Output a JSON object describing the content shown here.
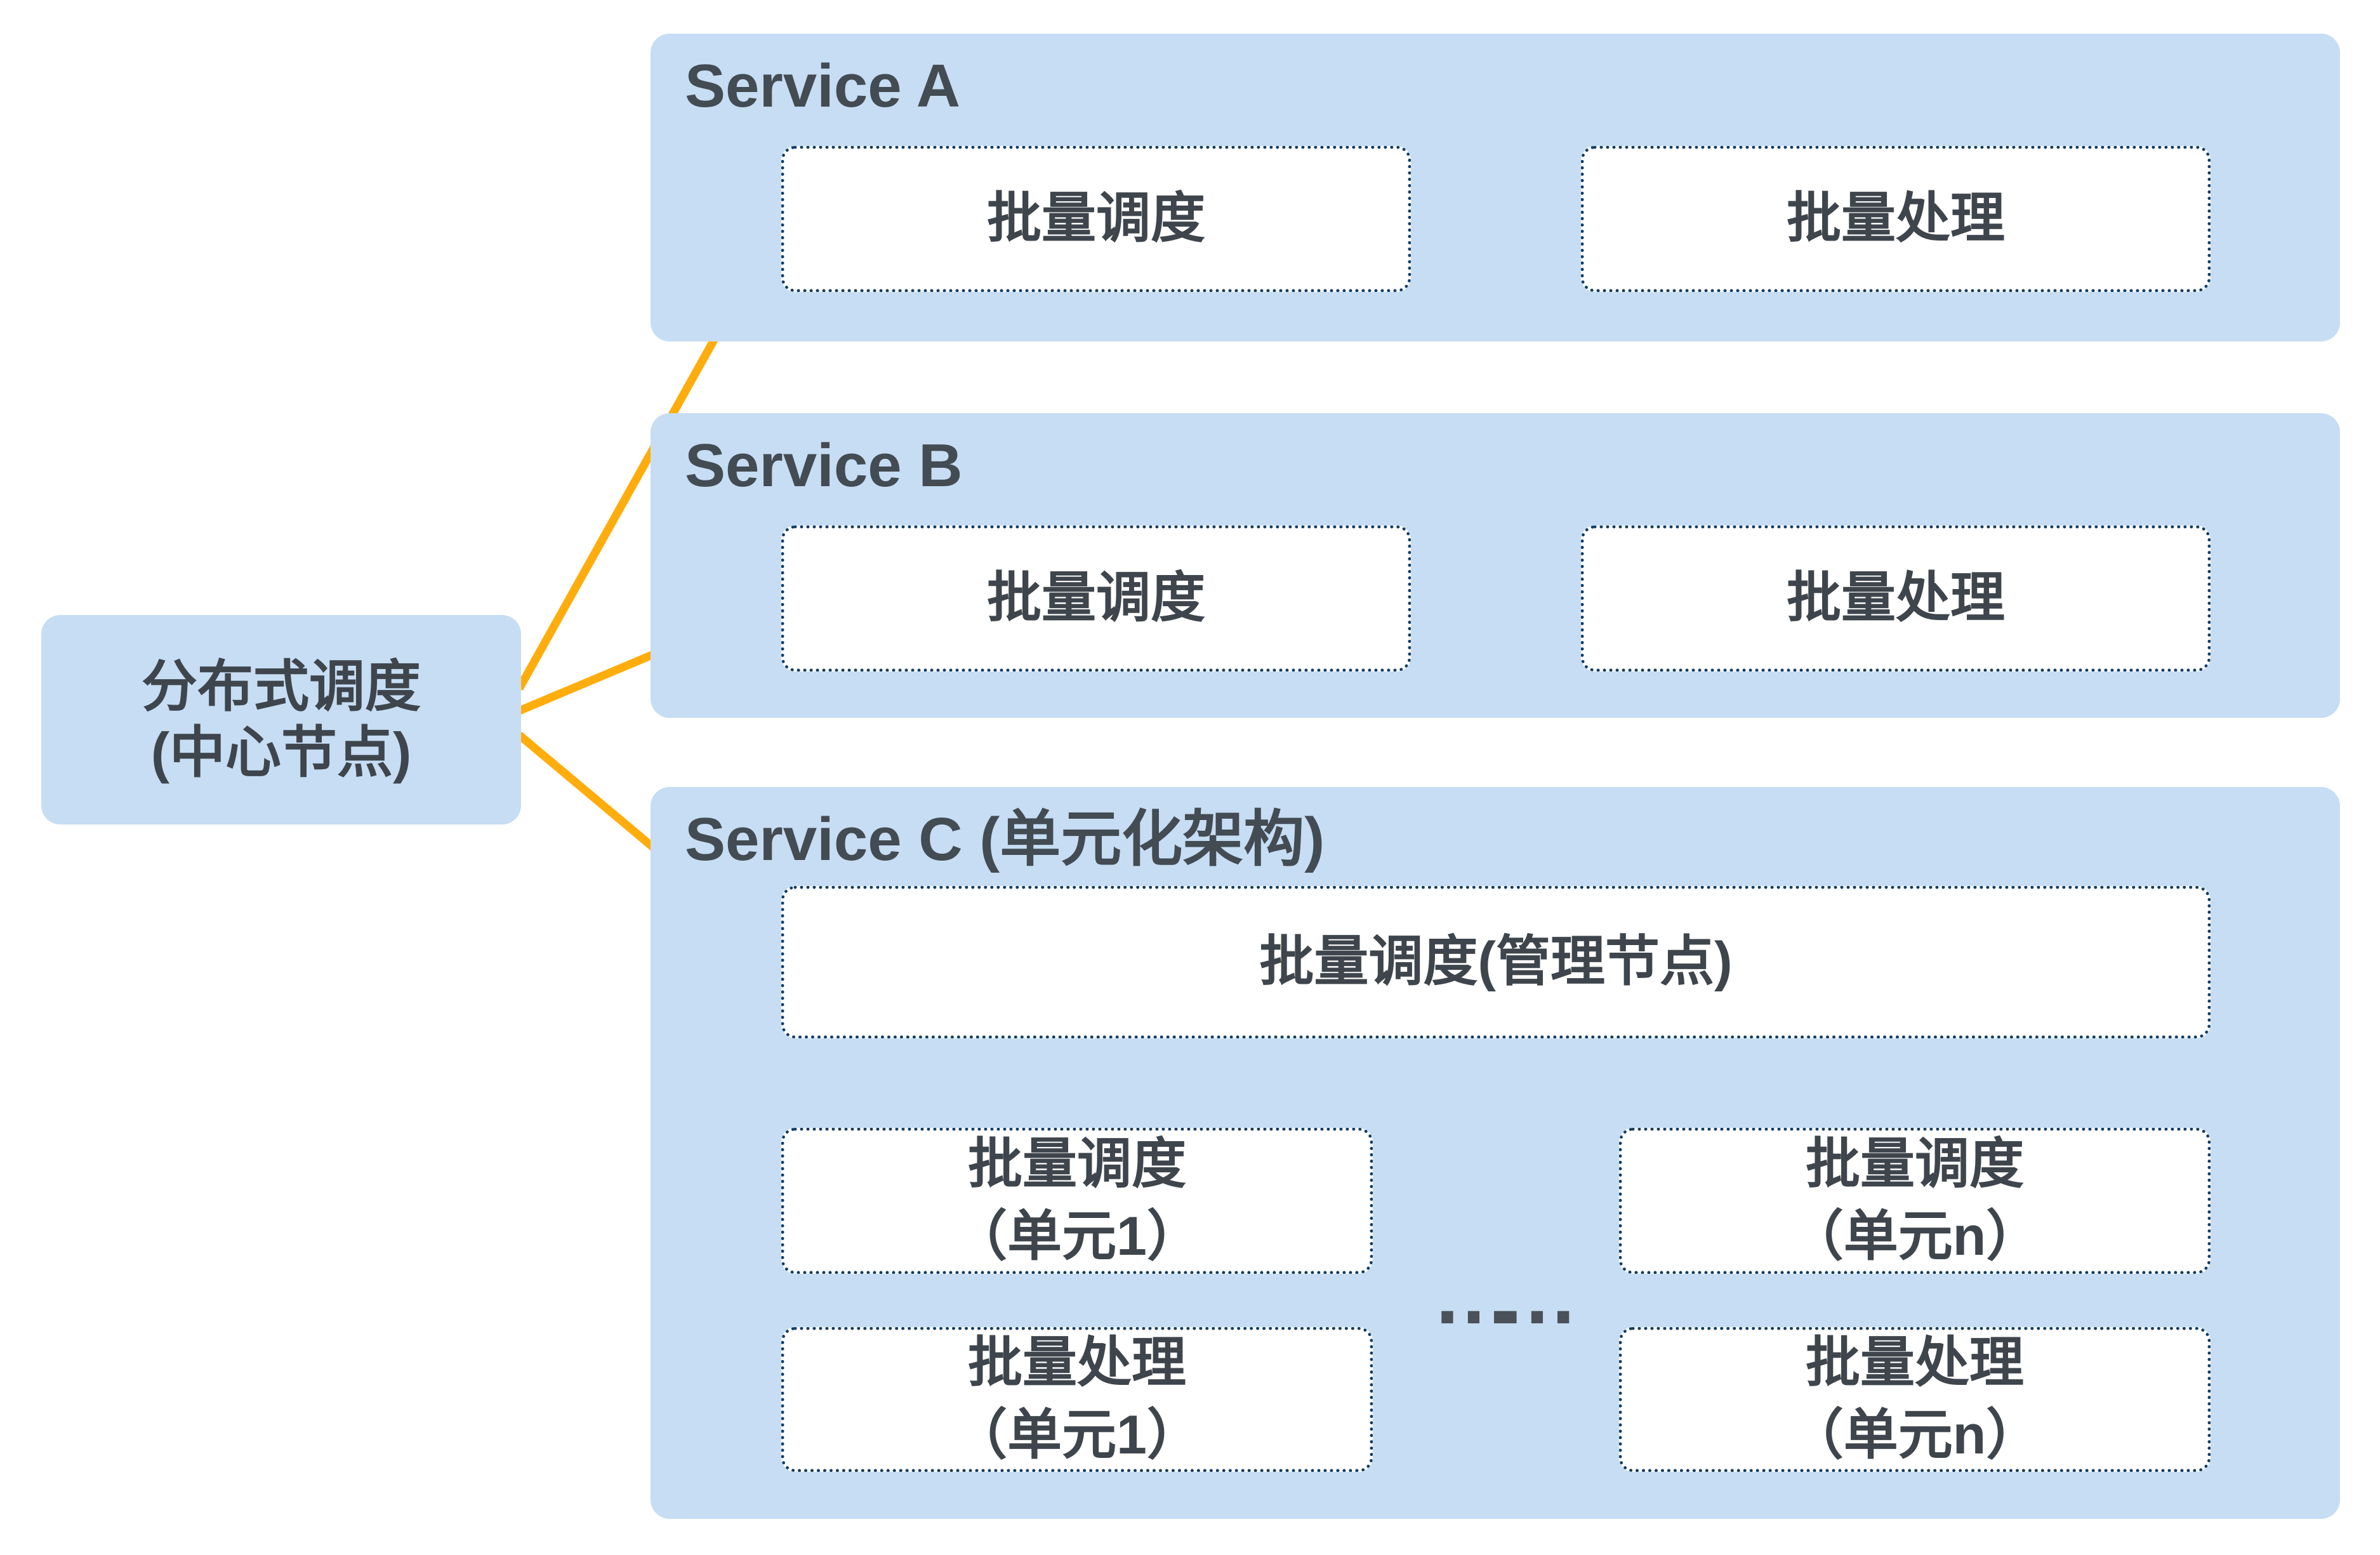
{
  "colors": {
    "canvas_bg": "#ffffff",
    "container_fill": "#c6ddf3",
    "node_fill": "#ffffff",
    "node_dotted_border": "#123c61",
    "arrow": "#ffad0d",
    "title_text": "#434b53",
    "node_text": "#3e454c",
    "ellipsis_dots": "#4a5158"
  },
  "central_node": {
    "line1": "分布式调度",
    "line2": "(中心节点)"
  },
  "service_a": {
    "title": "Service A",
    "scheduler": "批量调度",
    "processor": "批量处理"
  },
  "service_b": {
    "title": "Service B",
    "scheduler": "批量调度",
    "processor": "批量处理"
  },
  "service_c": {
    "title": "Service C (单元化架构)",
    "manager": "批量调度(管理节点)",
    "unit1_scheduler_line1": "批量调度",
    "unit1_scheduler_line2": "（单元1）",
    "unitn_scheduler_line1": "批量调度",
    "unitn_scheduler_line2": "（单元n）",
    "unit1_processor_line1": "批量处理",
    "unit1_processor_line2": "（单元1）",
    "unitn_processor_line1": "批量处理",
    "unitn_processor_line2": "（单元n）",
    "ellipsis": "……"
  }
}
